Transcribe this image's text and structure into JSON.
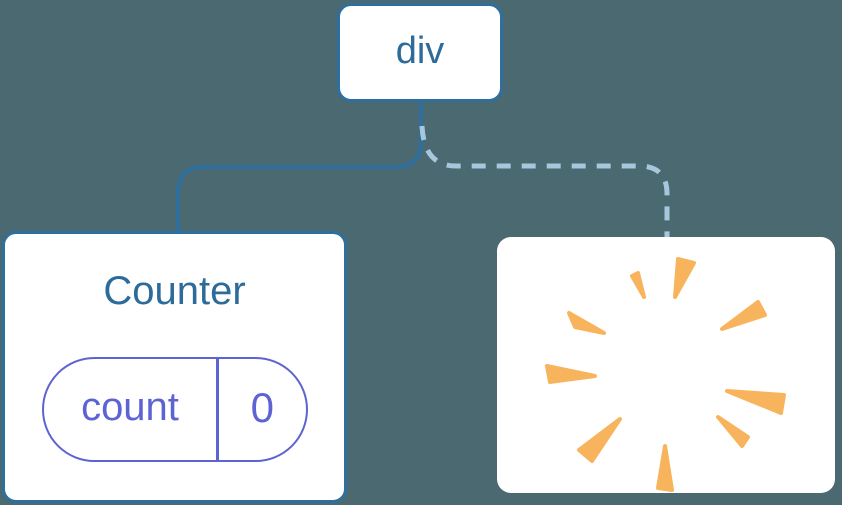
{
  "diagram": {
    "root_node": {
      "label": "div"
    },
    "counter_node": {
      "title": "Counter",
      "state": {
        "key": "count",
        "value": "0"
      }
    },
    "removed_node": {
      "icon": "poof-starburst"
    },
    "connections": {
      "counter_link": "solid",
      "removed_link": "dashed"
    }
  },
  "colors": {
    "background": "#4b6971",
    "node_bg": "#ffffff",
    "node_border": "#2e6f9e",
    "node_text": "#2d6b9a",
    "connector_solid": "#2e6f9e",
    "connector_dashed": "#a7c7dd",
    "state_purple": "#5e63d3",
    "poof_orange": "#f8b45c"
  }
}
